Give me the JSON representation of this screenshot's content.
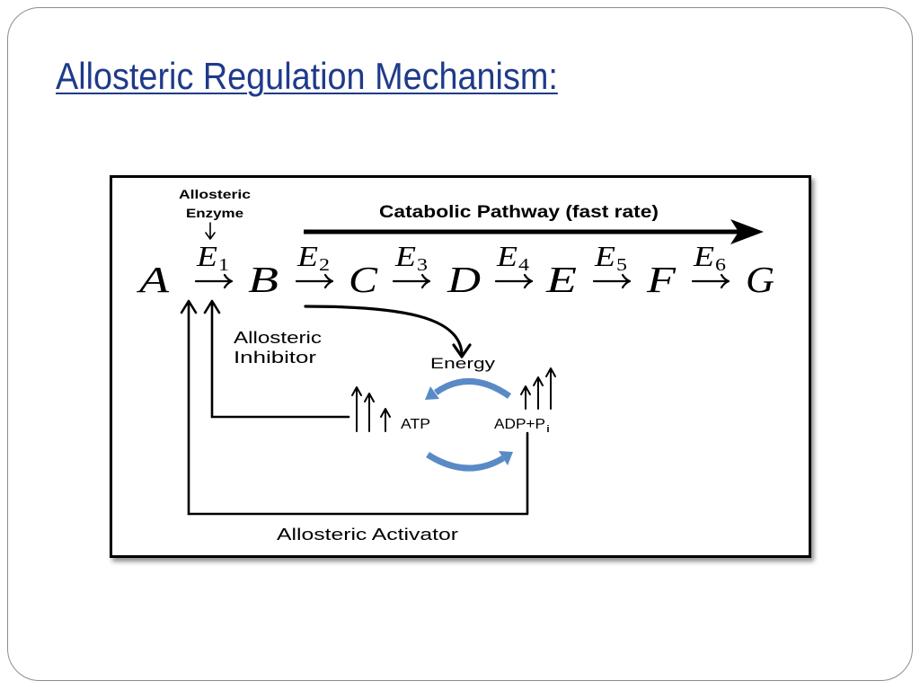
{
  "slide": {
    "title": "Allosteric Regulation Mechanism:"
  },
  "diagram": {
    "enzyme_label": {
      "line1": "Allosteric",
      "line2": "Enzyme"
    },
    "pathway_label": "Catabolic Pathway (fast rate)",
    "metabolites": [
      "A",
      "B",
      "C",
      "D",
      "E",
      "F",
      "G"
    ],
    "enzymes": [
      {
        "symbol": "E",
        "index": "1"
      },
      {
        "symbol": "E",
        "index": "2"
      },
      {
        "symbol": "E",
        "index": "3"
      },
      {
        "symbol": "E",
        "index": "4"
      },
      {
        "symbol": "E",
        "index": "5"
      },
      {
        "symbol": "E",
        "index": "6"
      }
    ],
    "inhibitor_label": {
      "line1": "Allosteric",
      "line2": "Inhibitor"
    },
    "energy_label": "Energy",
    "atp_label": "ATP",
    "adp_label": {
      "main": "ADP+P",
      "subscript": "i"
    },
    "activator_label": "Allosteric Activator"
  },
  "colors": {
    "title": "#1e3a8a",
    "cycle_arrows": "#5a8ac6",
    "lines": "#000000"
  }
}
